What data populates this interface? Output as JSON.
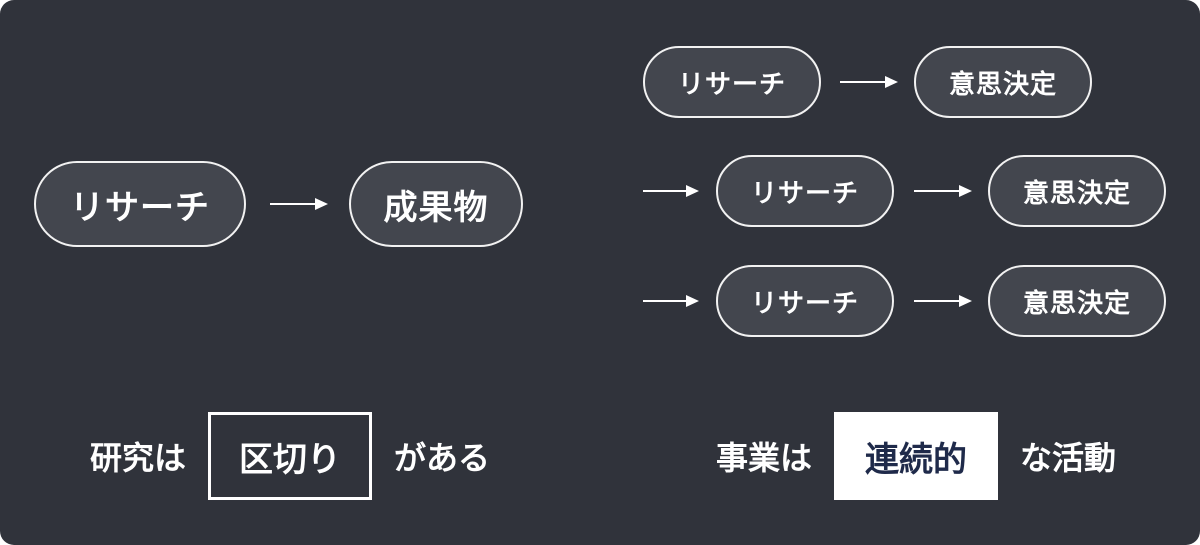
{
  "left_flow": {
    "source": "リサーチ",
    "target": "成果物"
  },
  "right_flow": {
    "rows": [
      {
        "source": "リサーチ",
        "target": "意思決定"
      },
      {
        "source": "リサーチ",
        "target": "意思決定"
      },
      {
        "source": "リサーチ",
        "target": "意思決定"
      }
    ]
  },
  "left_caption": {
    "prefix": "研究は",
    "highlight": "区切り",
    "suffix": "がある"
  },
  "right_caption": {
    "prefix": "事業は",
    "highlight": "連続的",
    "suffix": "な活動"
  },
  "colors": {
    "background": "#30333b",
    "pill_fill": "#43464e",
    "pill_border": "#f2f2f2",
    "highlight_text": "#1f2a4a"
  }
}
